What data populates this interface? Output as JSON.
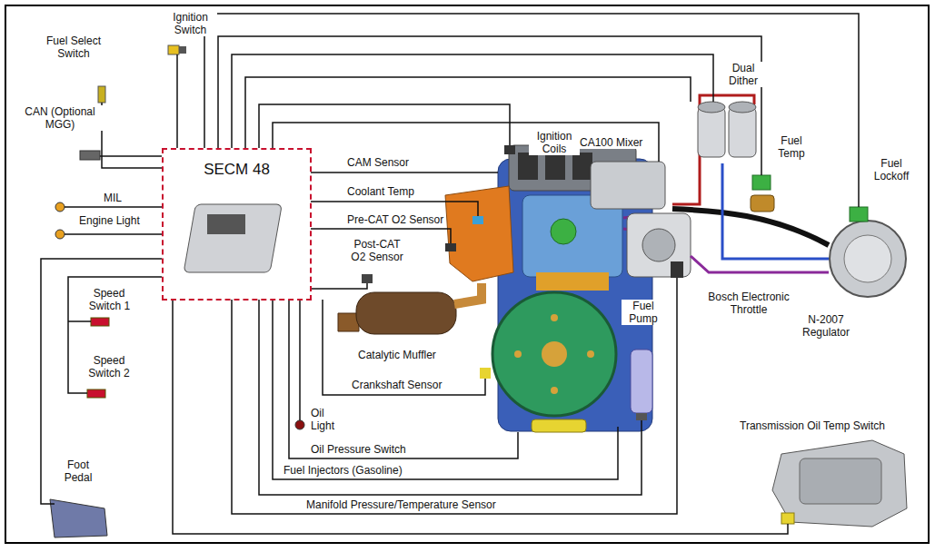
{
  "diagram": {
    "nodes": [
      {
        "text": [
          "SECM 48"
        ]
      }
    ],
    "labels": [
      "Ignition Switch",
      "Fuel Select Switch",
      "CAN (Optional MGG)",
      "MIL",
      "Engine Light",
      "Speed Switch 1",
      "Speed Switch 2",
      "Foot Pedal",
      "CAM Sensor",
      "Coolant Temp",
      "Pre-CAT O2 Sensor",
      "Post-CAT O2 Sensor",
      "Catalytic Muffler",
      "Crankshaft Sensor",
      "Oil Light",
      "Oil Pressure Switch",
      "Fuel Injectors (Gasoline)",
      "Manifold Pressure/Temperature Sensor",
      "Ignition Coils",
      "CA100 Mixer",
      "Dual Dither",
      "Fuel Temp",
      "Fuel Lockoff",
      "Bosch Electronic Throttle",
      "N-2007 Regulator",
      "Fuel Pump",
      "Transmission Oil Temp Switch"
    ]
  }
}
